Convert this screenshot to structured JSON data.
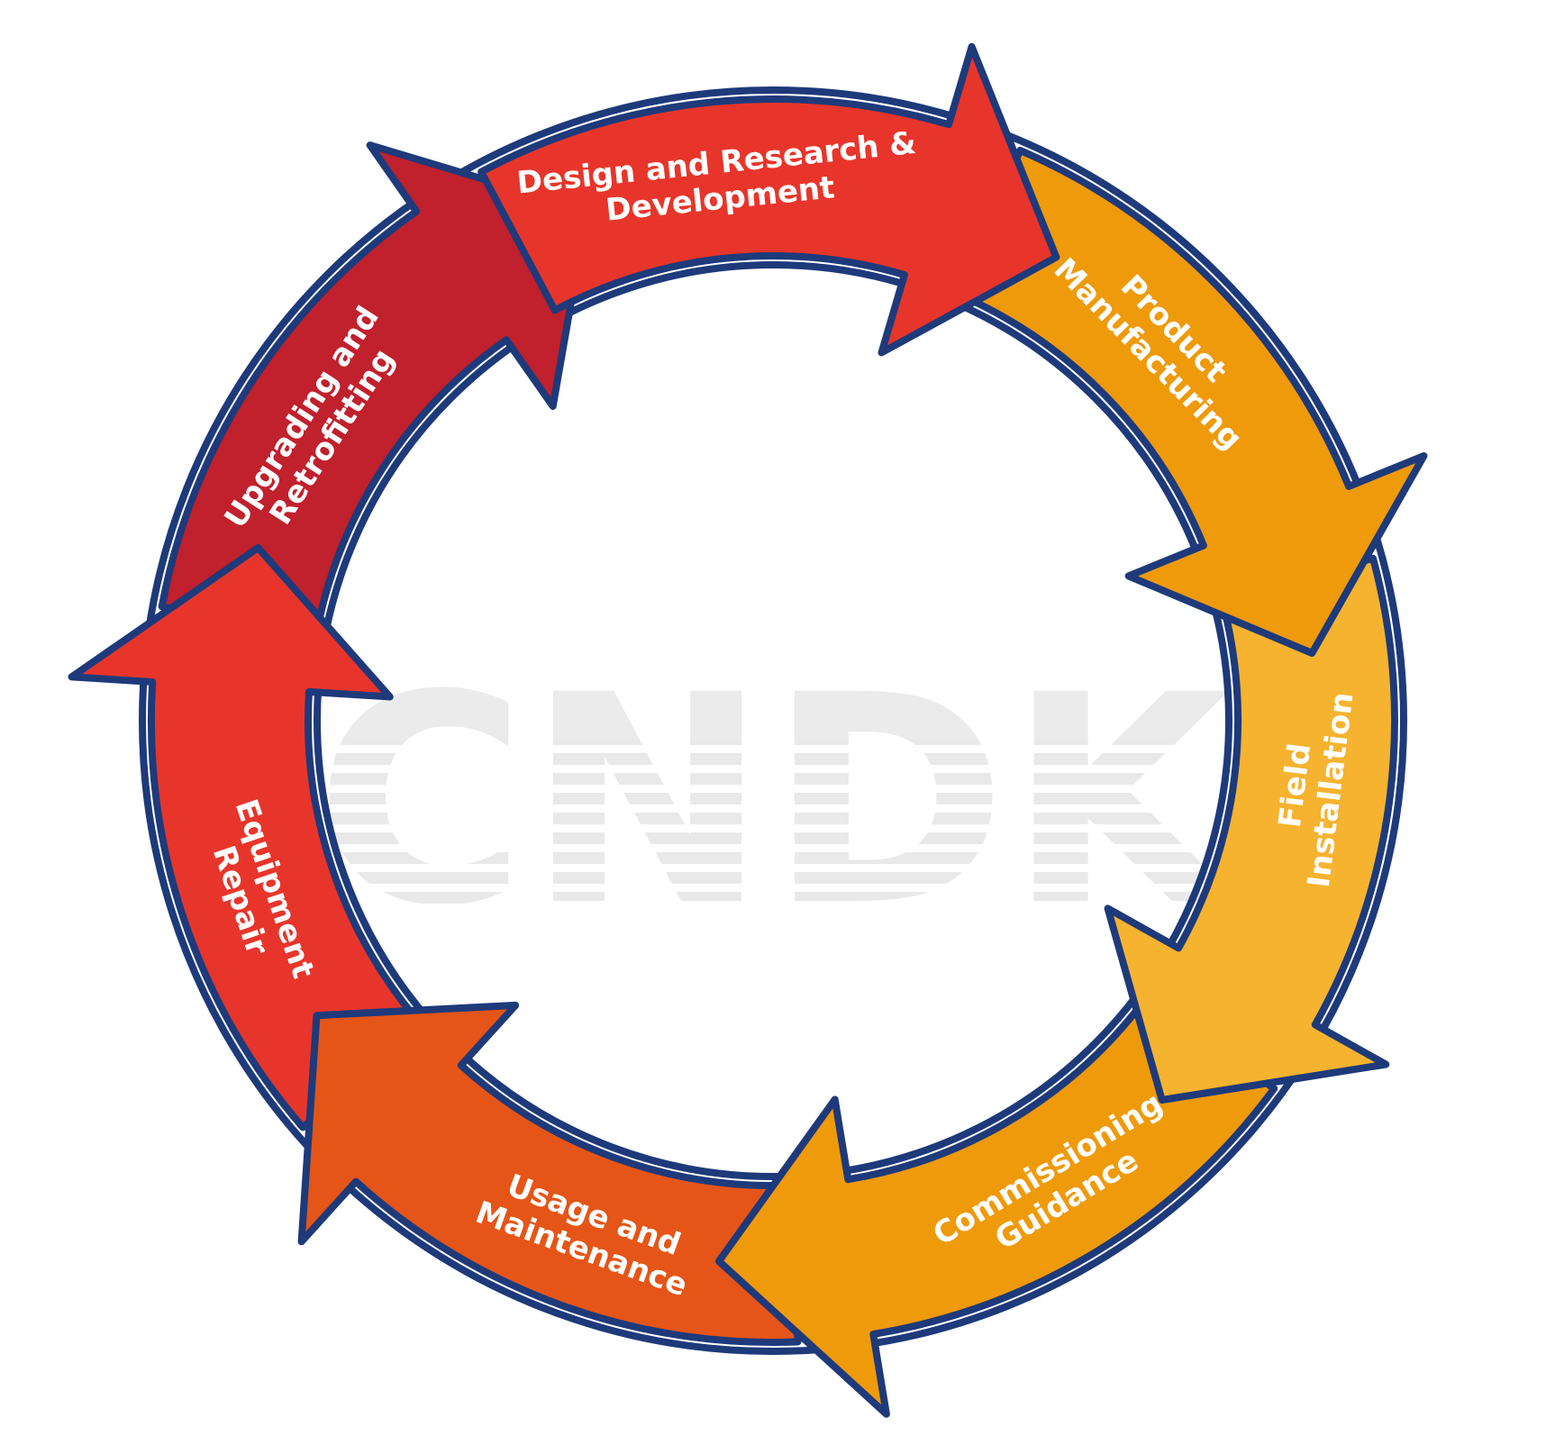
{
  "watermark": "CNDK",
  "steps": [
    {
      "key": "design",
      "lines": [
        "Design and Research &",
        "Development"
      ],
      "color": "#e8352b"
    },
    {
      "key": "manufacturing",
      "lines": [
        "Product",
        "Manufacturing"
      ],
      "color": "#ef9a0b"
    },
    {
      "key": "installation",
      "lines": [
        "Field",
        "Installation"
      ],
      "color": "#f5b330"
    },
    {
      "key": "commissioning",
      "lines": [
        "Commissioning",
        "Guidance"
      ],
      "color": "#ef9a0b"
    },
    {
      "key": "maintenance",
      "lines": [
        "Usage and",
        "Maintenance"
      ],
      "color": "#e55517"
    },
    {
      "key": "repair",
      "lines": [
        "Equipment",
        "Repair"
      ],
      "color": "#e8352b"
    },
    {
      "key": "upgrading",
      "lines": [
        "Upgrading and",
        "Retrofitting"
      ],
      "color": "#c1202d"
    }
  ],
  "colors": {
    "outline": "#1e3a7a",
    "ring_base": "#e8352b"
  }
}
